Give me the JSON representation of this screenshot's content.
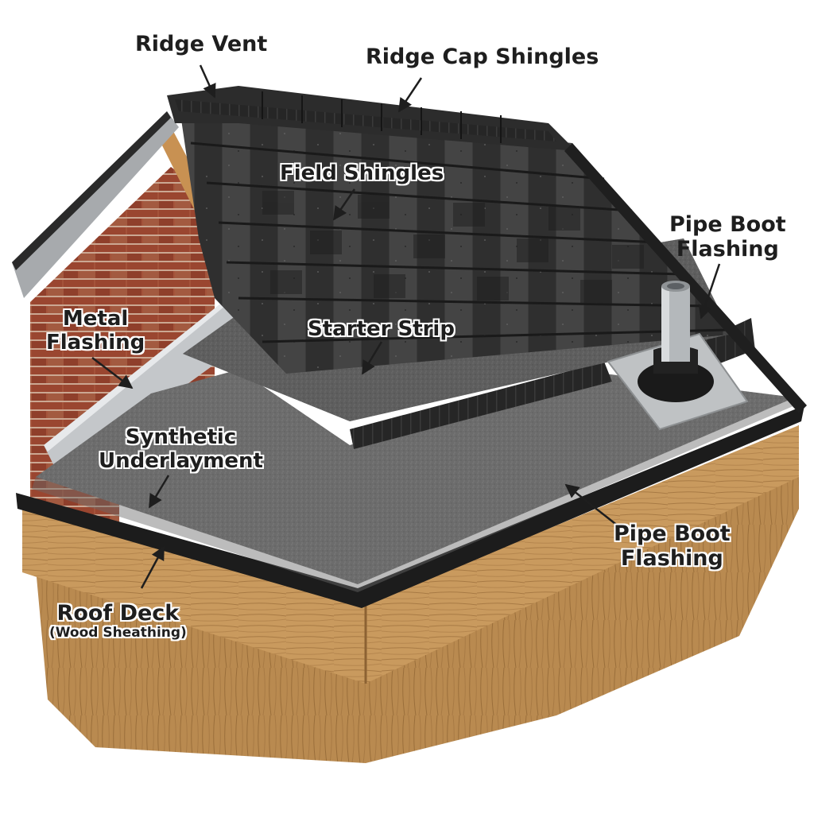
{
  "labels": {
    "ridge_vent": "Ridge Vent",
    "ridge_cap": "Ridge Cap Shingles",
    "field_shingles": "Field Shingles",
    "pipe_boot_top_line1": "Pipe Boot",
    "pipe_boot_top_line2": "Flashing",
    "metal_flashing_line1": "Metal",
    "metal_flashing_line2": "Flashing",
    "starter_strip": "Starter Strip",
    "synthetic_line1": "Synthetic",
    "synthetic_line2": "Underlayment",
    "pipe_boot_bottom_line1": "Pipe Boot",
    "pipe_boot_bottom_line2": "Flashing",
    "roof_deck_line1": "Roof Deck",
    "roof_deck_line2": "(Wood Sheathing)"
  },
  "colors": {
    "shingle_dark": "#2b2b2b",
    "shingle_mid": "#3d3d3d",
    "shingle_light": "#5a5a5a",
    "underlayment": "#6b6b6b",
    "wood": "#c8955a",
    "brick": "#9a4a32",
    "metal": "#b9bcbf",
    "label_text": "#1e1e1e"
  }
}
